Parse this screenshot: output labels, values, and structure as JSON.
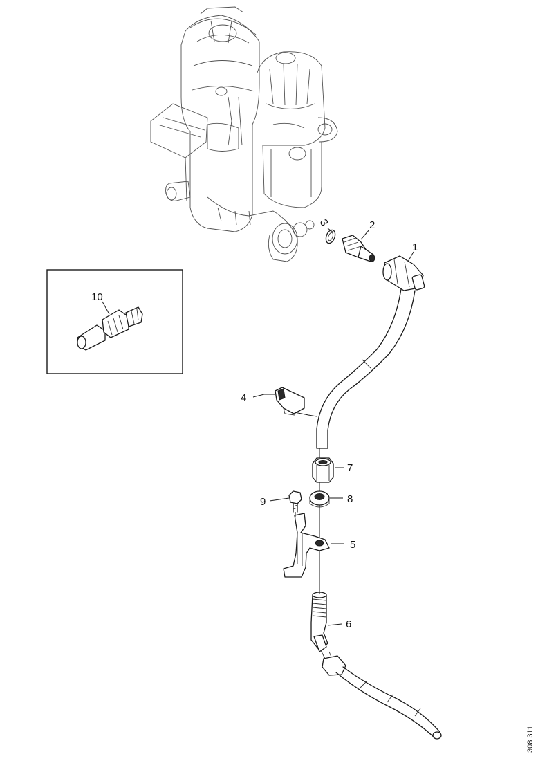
{
  "callouts": [
    "1",
    "2",
    "3",
    "4",
    "5",
    "6",
    "7",
    "8",
    "9",
    "10"
  ],
  "drawing_code": "308 311"
}
